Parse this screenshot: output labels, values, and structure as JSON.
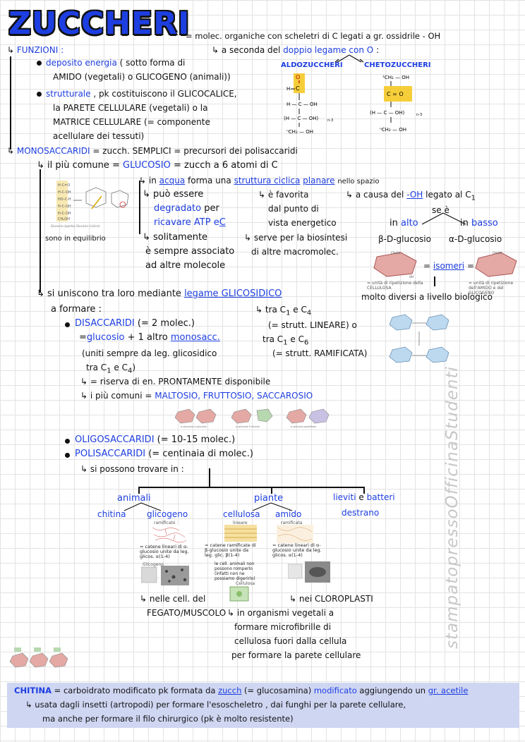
{
  "title": "ZUCCHERI",
  "intro": "= molec. organiche con scheletri di C legati a gr. ossidrile - OH",
  "funzioni": {
    "heading": "FUNZIONI :",
    "deposito": {
      "term": "deposito energia",
      "rest": "( sotto forma di",
      "line2": "AMIDO (vegetali) o GLICOGENO (animali))"
    },
    "strutturale": {
      "term": "strutturale",
      "rest": ", pk costituiscono il GLICOCALICE,",
      "line2": "la PARETE CELLULARE (vegetali) o la",
      "line3": "MATRICE CELLULARE (= componente",
      "line4": "acellulare dei tessuti)"
    }
  },
  "carbonile": {
    "lead": "a seconda del",
    "term": "doppio legame con O",
    "colon": ":",
    "aldo": "ALDOZUCCHERI",
    "cheto": "CHETOZUCCHERI"
  },
  "mono": {
    "heading": "MONOSACCARIDI",
    "rest": "= zucch. SEMPLICI = precursori dei polisaccaridi",
    "comune_lead": "il più comune =",
    "glucosio": "GLUCOSIO",
    "comune_rest": "= zucch a 6 atomi di C",
    "equilibrio": "sono in equilibrio",
    "acqua_lead": "in",
    "acqua": "acqua",
    "acqua_mid": "forma una",
    "struttura": "struttura ciclica",
    "planare": "planare",
    "acqua_end": "nello spazio",
    "favorita": "è favorita",
    "favorita2": "dal punto di",
    "favorita3": "vista energetico",
    "causa_lead": "a causa del",
    "oh": "-OH",
    "causa_end": "legato al C",
    "c1": "1",
    "se": "se è",
    "alto_lead": "in",
    "alto": "alto",
    "basso_lead": "in",
    "basso": "basso",
    "beta": "β-D-glucosio",
    "alpha": "α-D-glucosio",
    "puo": "può essere",
    "degradato": "degradato",
    "per": "per",
    "ricavare": "ricavare ATP e",
    "c": "C",
    "biosintesi": "serve per la biosintesi",
    "biosintesi2": "di altre macromolec.",
    "solitamente": "solitamente",
    "associato": "è sempre associato",
    "associato2": "ad altre molecole",
    "isomeri": "isomeri",
    "cellulosa_cap": "= unità di ripetizione della CELLULOSA",
    "amido_cap": "= unità di ripetizione dell'AMIDO e del GLICOGENO",
    "diversi": "molto diversi a livello biologico"
  },
  "glicosidico": {
    "lead": "si uniscono tra loro mediante",
    "term": "legame GLICOSIDICO",
    "formare": "a formare :",
    "tra1": "tra C",
    "c1": "1",
    "e": "e C",
    "c4": "4",
    "lin": "(= strutt. LINEARE) o",
    "tra2": "tra C",
    "c1b": "1",
    "e2": "e C",
    "c6": "6",
    "ram": "(= strutt. RAMIFICATA)"
  },
  "di": {
    "heading": "DISACCARIDI",
    "rest": "(= 2 molec.)",
    "eq": "=",
    "glucosio": "glucosio",
    "plus": "+ 1 altro",
    "monosacc": "monosacc.",
    "uniti": "(uniti sempre da leg. glicosidico",
    "tra": "tra C",
    "c1": "1",
    "e": "e C",
    "c4": "4",
    "close": ")",
    "riserva": "= riserva di en. PRONTAMENTE disponibile",
    "comuni_lead": "i più comuni =",
    "comuni": "MALTOSIO, FRUTTOSIO, SACCAROSIO"
  },
  "oligo": {
    "heading": "OLIGOSACCARIDI",
    "rest": "(= 10-15 molec.)"
  },
  "poli": {
    "heading": "POLISACCARIDI",
    "rest": "(= centinaia di molec.)",
    "trovare": "si possono trovare in :",
    "animali": "animali",
    "piante": "piante",
    "lieviti": "lieviti",
    "e": "e",
    "batteri": "batteri",
    "chitina": "chitina",
    "glicogeno": "glicogeno",
    "cellulosa": "cellulosa",
    "amido": "amido",
    "destrano": "destrano",
    "glicogeno_desc": "= catene lineari di α-glucosio unite da leg. glicos. α(1-4)",
    "cellulosa_desc": "= catene ramificate di β-glucosio unite da leg. glic. β(1-4)",
    "cellulosa_note": "le cell. animali non possono romperlo (infatti non ne possiamo digerirlo)",
    "amido_desc": "= catene lineari di α-glucosio unite da leg. glicos. α(1-4)",
    "fegato1": "nelle cell. del",
    "fegato2": "FEGATO/MUSCOLO",
    "cloroplasti": "nei CLOROPLASTI",
    "organismi1": "in organismi vegetali a",
    "organismi2": "formare microfibrille di",
    "organismi3": "cellulosa fuori dalla cellula",
    "organismi4": "per formare la parete cellulare",
    "glic_label": "Glicogeno",
    "cell_label": "Cellulosa",
    "lineare": "lineare",
    "ramificata": "ramificata",
    "ramificato": "ramificato"
  },
  "chitina": {
    "term": "CHITINA",
    "rest": "= carboidrato modificato pk formata da",
    "zucch": "zucch",
    "mid": "(= glucosamina)",
    "modificato": "modificato",
    "end": "aggiungendo un",
    "acetile": "gr. acetile",
    "line2": "usata dagli insetti (artropodi) per formare l'esoscheletro , dai funghi per la parete cellulare,",
    "line3": "ma anche per formare il filo chirurgico (pk è molto resistente)"
  },
  "watermark": "stampatopressoOfficinaStudenti",
  "colors": {
    "blue": "#1d3ee0",
    "yellow": "#f5c518",
    "orange": "#e8a33a",
    "pink": "#e4a9a4",
    "lightblue": "#cfd6f2",
    "cyan": "#bcd9f0"
  }
}
